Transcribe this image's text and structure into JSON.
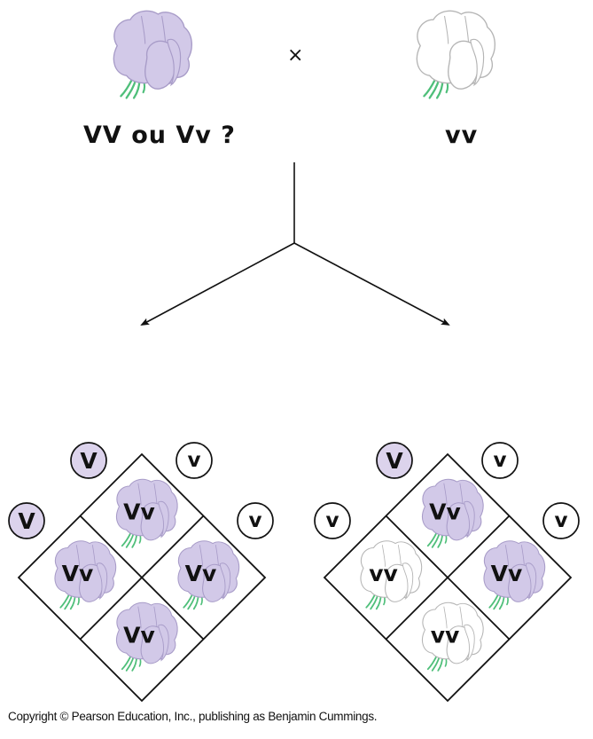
{
  "cross": {
    "symbol": "×",
    "parents": [
      {
        "id": "test-parent",
        "label": "VV ou Vv ?",
        "phenotype": "purple"
      },
      {
        "id": "recessive-parent",
        "label": "vv",
        "phenotype": "white"
      }
    ]
  },
  "punnett_squares": [
    {
      "id": "left",
      "hypothesis_genotype": "VV",
      "gametes_top": [
        {
          "allele": "V",
          "color": "purple"
        },
        {
          "allele": "v",
          "color": "white"
        }
      ],
      "gametes_side": [
        {
          "allele": "V",
          "color": "purple"
        },
        {
          "allele": "v",
          "color": "white"
        }
      ],
      "cells": [
        {
          "position": "top",
          "genotype": "Vv",
          "phenotype": "purple"
        },
        {
          "position": "left",
          "genotype": "Vv",
          "phenotype": "purple"
        },
        {
          "position": "right",
          "genotype": "Vv",
          "phenotype": "purple"
        },
        {
          "position": "bottom",
          "genotype": "Vv",
          "phenotype": "purple"
        }
      ]
    },
    {
      "id": "right",
      "hypothesis_genotype": "Vv",
      "gametes_top": [
        {
          "allele": "V",
          "color": "purple"
        },
        {
          "allele": "v",
          "color": "white"
        }
      ],
      "gametes_side": [
        {
          "allele": "v",
          "color": "white"
        },
        {
          "allele": "v",
          "color": "white"
        }
      ],
      "cells": [
        {
          "position": "top",
          "genotype": "Vv",
          "phenotype": "purple"
        },
        {
          "position": "left",
          "genotype": "vv",
          "phenotype": "white"
        },
        {
          "position": "right",
          "genotype": "Vv",
          "phenotype": "purple"
        },
        {
          "position": "bottom",
          "genotype": "vv",
          "phenotype": "white"
        }
      ]
    }
  ],
  "colors": {
    "purple_fill": "#d2c9e8",
    "purple_stroke": "#a89cc8",
    "white_fill": "#ffffff",
    "white_stroke": "#b5b5b5",
    "stem": "#4fbf7a",
    "gamete_purple_fill": "#dcd3ec",
    "line": "#111111"
  },
  "footer": {
    "copyright": "Copyright © Pearson Education, Inc., publishing as Benjamin Cummings."
  }
}
